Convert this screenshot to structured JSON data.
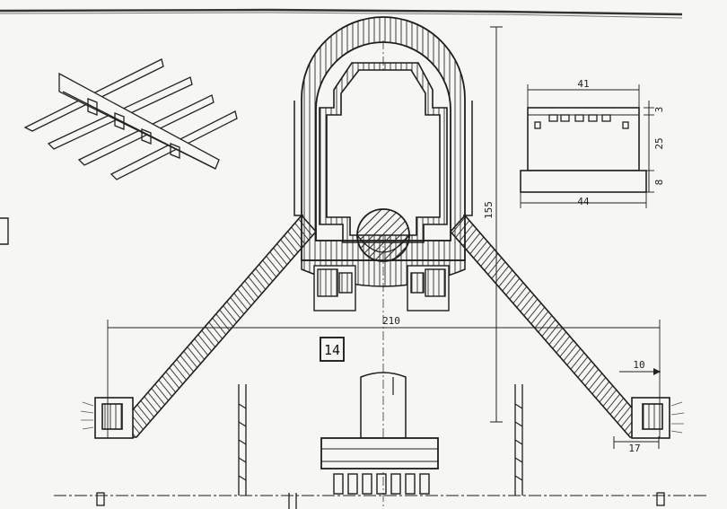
{
  "sheet": {
    "figure_number": "14"
  },
  "plan_view": {
    "overall_width": "210",
    "overall_height": "155",
    "arm_end_width": "17",
    "arm_end_offset": "10"
  },
  "detail_view": {
    "top_width": "41",
    "bottom_width": "44",
    "height_top": "3",
    "height_middle": "25",
    "height_bottom": "8"
  },
  "colors": {
    "ink": "#1e1e1e",
    "paper": "#f6f6f3",
    "hatch": "#2a2a2a"
  }
}
